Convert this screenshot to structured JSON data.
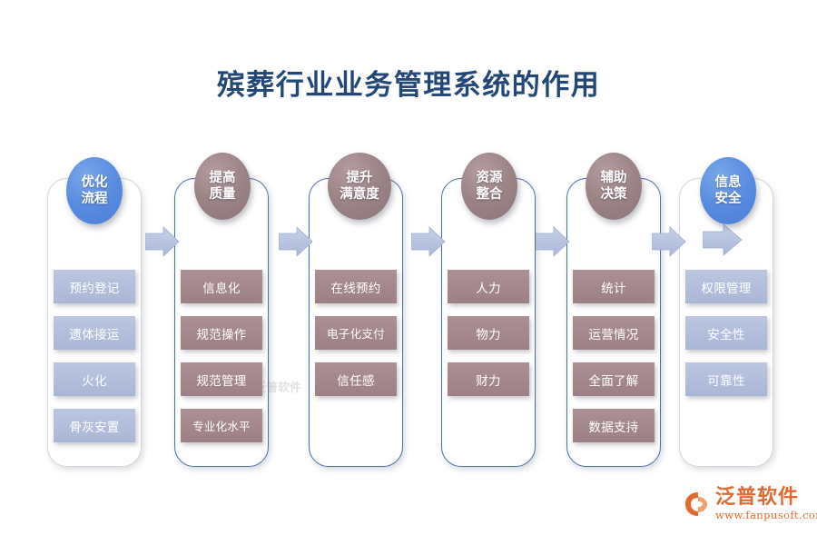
{
  "title": "殡葬行业业务管理系统的作用",
  "colors": {
    "title_text": "#24477a",
    "bubble_blue": "#5a8ce0",
    "bubble_mauve": "#9b8386",
    "pill_light_blue": "#aebada",
    "pill_mauve": "#a3878c",
    "column_border_blue": "#4a6fa5",
    "column_border_grey": "#d5d7da",
    "arrow_fill": "#b7c3df",
    "logo_orange": "#e2692f"
  },
  "columns": [
    {
      "id": "col1",
      "bubble": {
        "line1": "优化",
        "line2": "流程",
        "style": "blue"
      },
      "frame": "grey",
      "items": [
        {
          "label": "预约登记",
          "style": "lightblue"
        },
        {
          "label": "遗体接运",
          "style": "lightblue"
        },
        {
          "label": "火化",
          "style": "lightblue"
        },
        {
          "label": "骨灰安置",
          "style": "lightblue"
        }
      ]
    },
    {
      "id": "col2",
      "bubble": {
        "line1": "提高",
        "line2": "质量",
        "style": "mauve"
      },
      "frame": "blue",
      "items": [
        {
          "label": "信息化",
          "style": "mauve"
        },
        {
          "label": "规范操作",
          "style": "mauve"
        },
        {
          "label": "规范管理",
          "style": "mauve"
        },
        {
          "label": "专业化水平",
          "style": "mauve"
        }
      ]
    },
    {
      "id": "col3",
      "bubble": {
        "line1": "提升",
        "line2": "满意度",
        "style": "mauve"
      },
      "frame": "blue",
      "items": [
        {
          "label": "在线预约",
          "style": "mauve"
        },
        {
          "label": "电子化支付",
          "style": "mauve"
        },
        {
          "label": "信任感",
          "style": "mauve"
        }
      ]
    },
    {
      "id": "col4",
      "bubble": {
        "line1": "资源",
        "line2": "整合",
        "style": "mauve"
      },
      "frame": "blue",
      "items": [
        {
          "label": "人力",
          "style": "mauve"
        },
        {
          "label": "物力",
          "style": "mauve"
        },
        {
          "label": "财力",
          "style": "mauve"
        }
      ]
    },
    {
      "id": "col5",
      "bubble": {
        "line1": "辅助",
        "line2": "决策",
        "style": "mauve"
      },
      "frame": "blue",
      "items": [
        {
          "label": "统计",
          "style": "mauve"
        },
        {
          "label": "运营情况",
          "style": "mauve"
        },
        {
          "label": "全面了解",
          "style": "mauve"
        },
        {
          "label": "数据支持",
          "style": "mauve"
        }
      ]
    },
    {
      "id": "col6",
      "bubble": {
        "line1": "信息",
        "line2": "安全",
        "style": "blue"
      },
      "frame": "grey",
      "items": [
        {
          "label": "权限管理",
          "style": "lightblue"
        },
        {
          "label": "安全性",
          "style": "lightblue"
        },
        {
          "label": "可靠性",
          "style": "lightblue"
        }
      ]
    }
  ],
  "watermark": {
    "text": "泛普软件"
  },
  "logo": {
    "name": "泛普软件",
    "url": "www.fanpusoft.com"
  }
}
